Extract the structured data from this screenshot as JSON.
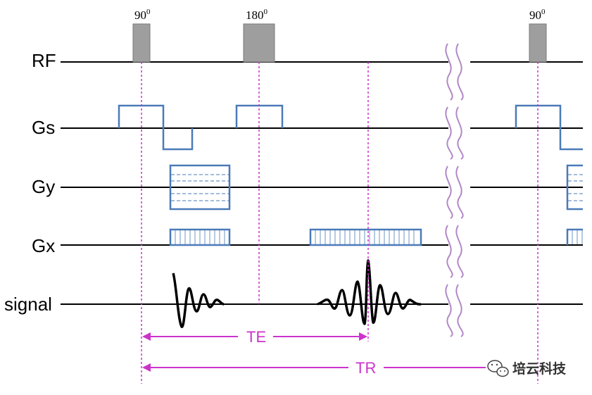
{
  "diagram": {
    "rows": [
      "RF",
      "Gs",
      "Gy",
      "Gx",
      "signal"
    ],
    "rf_pulses": [
      {
        "label": "90",
        "sup": "0"
      },
      {
        "label": "180",
        "sup": "0"
      },
      {
        "label": "90",
        "sup": "0"
      }
    ],
    "intervals": {
      "te": "TE",
      "tr": "TR"
    },
    "watermark": "培云科技",
    "colors": {
      "axis": "#000000",
      "gradient": "#4a7ab8",
      "rf_fill": "#9e9e9e",
      "marker": "#cc33cc",
      "wave": "#b088c8",
      "signal": "#000000"
    }
  }
}
